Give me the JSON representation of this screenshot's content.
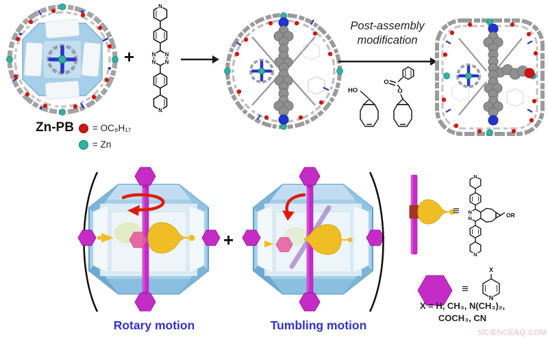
{
  "colors": {
    "cage_blue": "#a6cfe9",
    "cage_blue_edge": "#5e9dc6",
    "magenta": "#c52cc5",
    "magenta_dark": "#a517ab",
    "yellow": "#efbe25",
    "arrow_red": "#dd1c0e",
    "dot_red": "#cf1810",
    "teal": "#2fb3a4",
    "nitrogen_blue": "#2b35c8",
    "stick_gray": "#9a9a9a",
    "motion_label_blue": "#3431c9",
    "pink_hexagon": "#e75b9e",
    "watermark_pink": "#f5b3bd",
    "text_black": "#1a1a1a"
  },
  "scheme": {
    "plus_1": "+",
    "plus_2": "+",
    "cage_name": "Zn-PB",
    "legend_red_label": "= OC₈H₁₇",
    "legend_zn_label": "= Zn",
    "arrow_text_line1": "Post-assembly",
    "arrow_text_line2": "modification"
  },
  "ligand": {
    "pyridine_n_top": "N",
    "tetrazine_n": [
      "N",
      "N",
      "N",
      "N"
    ],
    "pyridine_n_bottom": "N"
  },
  "reagents": {
    "ho_label": "HO",
    "carbonyl_o_label": "O",
    "ester_o_label": "O"
  },
  "motion": {
    "rotary_label": "Rotary motion",
    "tumbling_label": "Tumbling motion"
  },
  "legend_right": {
    "equiv_rotator": "≡",
    "equiv_stopper": "≡",
    "rotator": {
      "pyridine_n_top": "N",
      "pyridazine_n_1": "N",
      "pyridazine_n_2": "N",
      "or_label": "OR",
      "pyridine_n_bottom": "N"
    },
    "stopper": {
      "x_label": "X",
      "n_label": "N"
    },
    "substituents_line1": "X = H, CH₃, N(CH₃)₂,",
    "substituents_line2": "COCH₃, CN"
  },
  "watermark": "SCIENCEAQ.COM"
}
